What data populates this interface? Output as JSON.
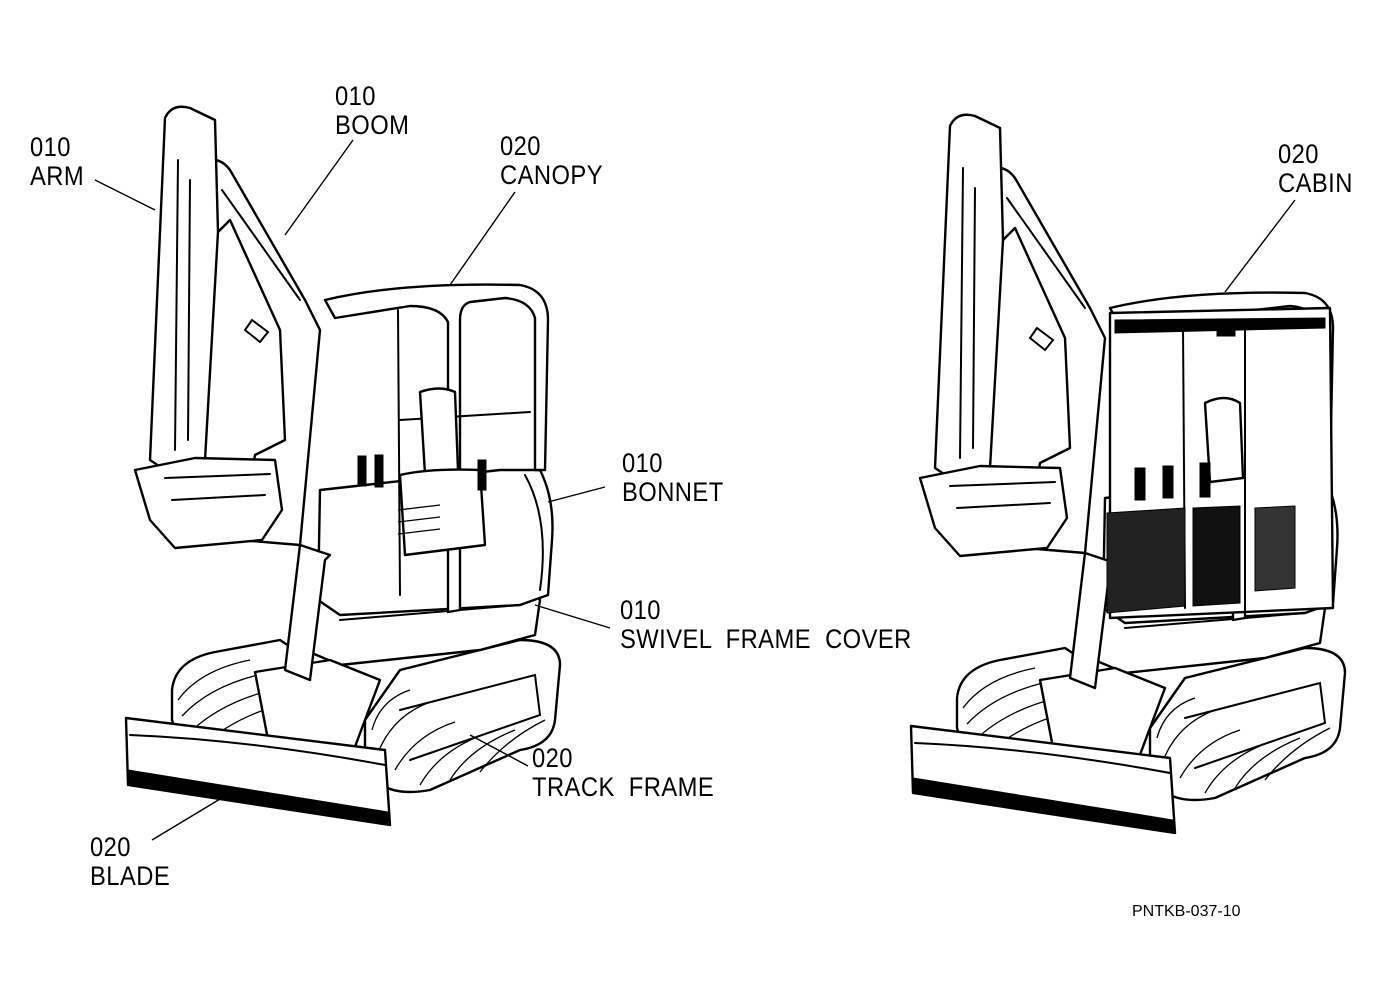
{
  "labels": {
    "arm": {
      "code": "010",
      "name": "ARM"
    },
    "boom": {
      "code": "010",
      "name": "BOOM"
    },
    "canopy": {
      "code": "020",
      "name": "CANOPY"
    },
    "bonnet": {
      "code": "010",
      "name": "BONNET"
    },
    "swivel": {
      "code": "010",
      "name": "SWIVEL  FRAME  COVER"
    },
    "track": {
      "code": "020",
      "name": "TRACK  FRAME"
    },
    "blade": {
      "code": "020",
      "name": "BLADE"
    },
    "cabin": {
      "code": "020",
      "name": "CABIN"
    }
  },
  "drawing_ref": "PNTKB-037-10"
}
